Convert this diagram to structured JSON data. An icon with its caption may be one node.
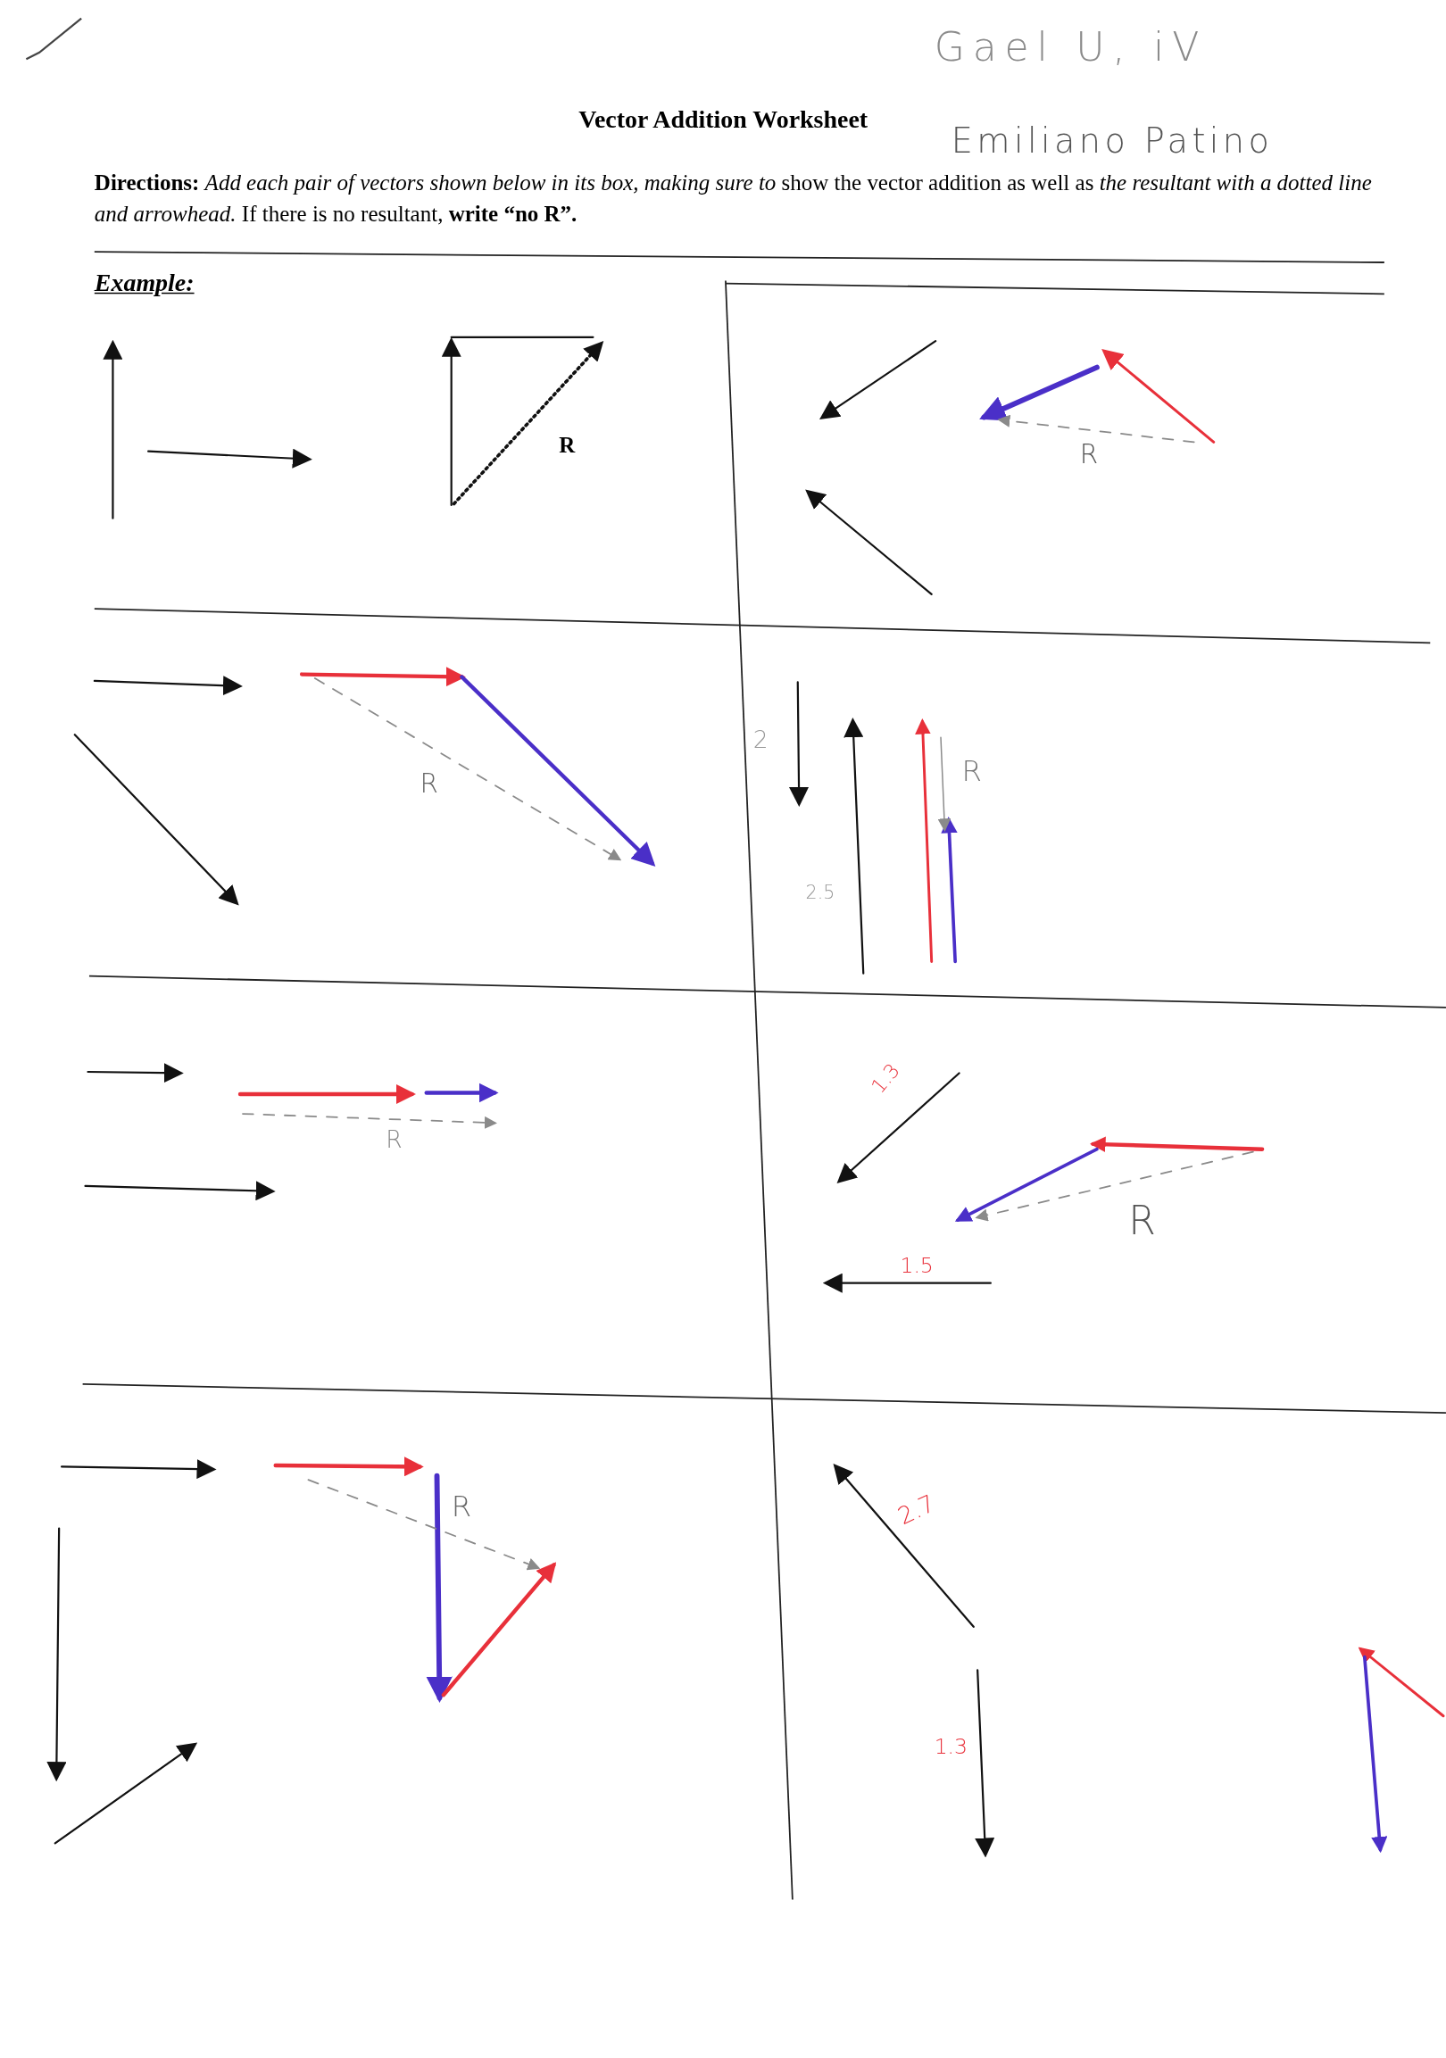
{
  "diagram": {
    "title": "Vector Addition Worksheet",
    "labels": [
      "Gael U, iV",
      "Emiliano Patino",
      "**Directions:** *Add each pair of vectors shown below in its box, making sure to* show the vector addition as well as *the resultant with a dotted line and arrowhead.* If there is no resultant, **write “no R”.**",
      "Example:",
      "R",
      "R",
      "R",
      "2",
      "R",
      "2.5",
      "R",
      "1.3",
      "R",
      "1.5",
      "R",
      "2.7",
      "1.3"
    ]
  }
}
